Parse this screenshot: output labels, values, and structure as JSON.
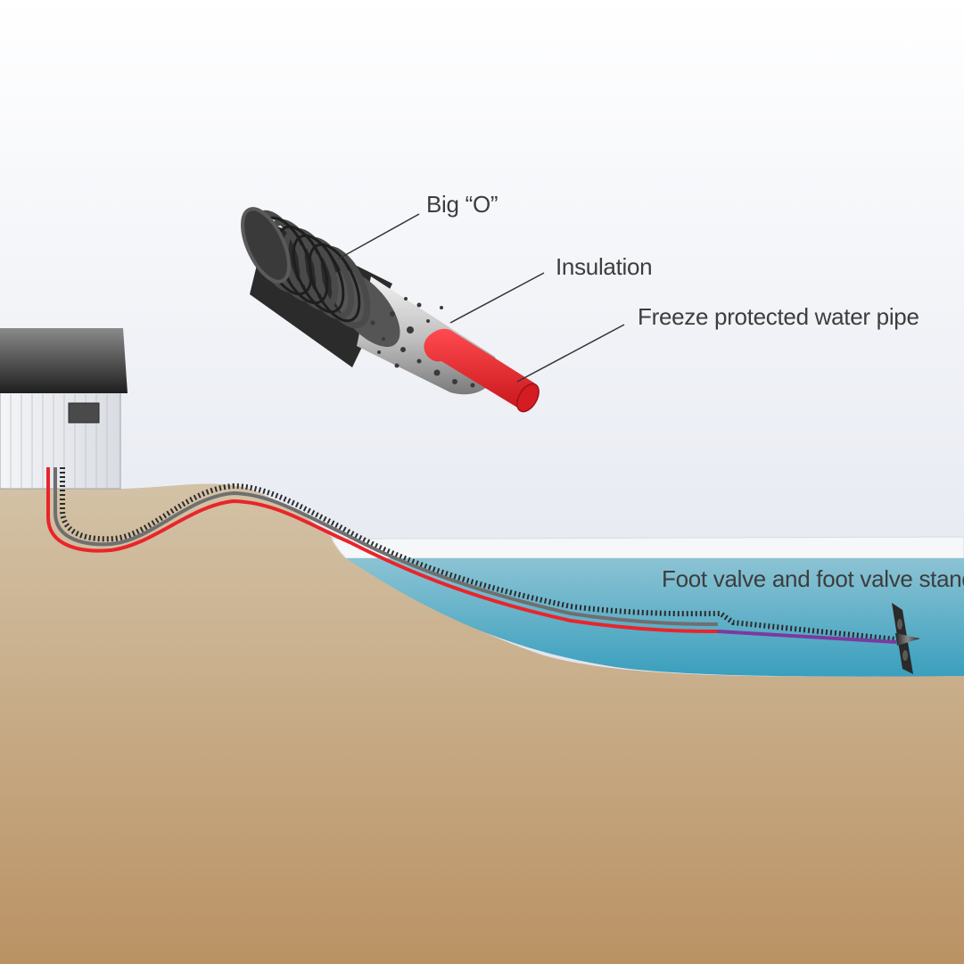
{
  "labels": {
    "big_o": "Big “O”",
    "insulation": "Insulation",
    "water_pipe": "Freeze protected water pipe",
    "foot_valve": "Foot valve and foot valve stand"
  },
  "colors": {
    "sky_top": "#ffffff",
    "sky_bottom": "#d7dde9",
    "ground_top": "#d0bea0",
    "ground_bottom": "#bb9467",
    "water_top": "#88c1d3",
    "water_bottom": "#3a9fbd",
    "ice": "#f4f6f8",
    "pipe_red": "#e8252b",
    "pipe_purple": "#7b3aa0",
    "tube_gray": "#6f6f6f",
    "corrugated": "#2b2b2b",
    "house_wall": "#eef0f3",
    "roof": "#3a3a3a"
  },
  "icons": [
    "house-icon",
    "corrugated-pipe-icon",
    "foot-valve-icon"
  ]
}
